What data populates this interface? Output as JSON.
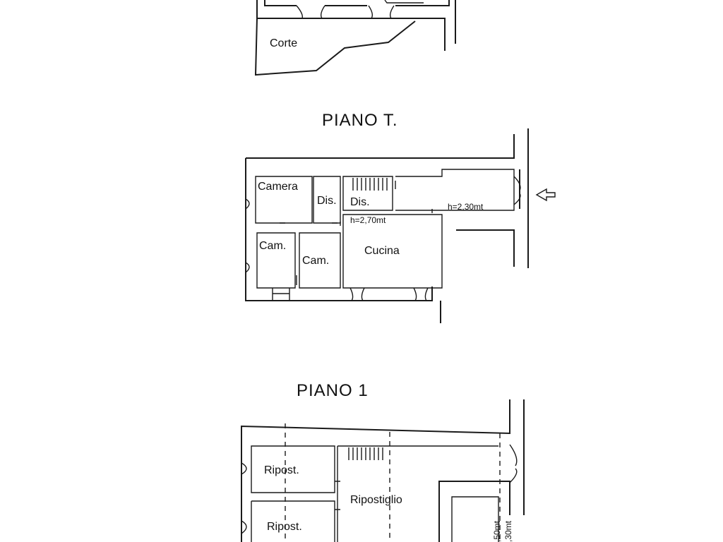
{
  "titles": {
    "ground_floor": "PIANO T.",
    "first_floor": "PIANO 1"
  },
  "top_floor": {
    "court": "Corte"
  },
  "ground_floor": {
    "rooms": {
      "camera": "Camera",
      "dis_1": "Dis.",
      "dis_2": "Dis.",
      "cam_1": "Cam.",
      "cam_2": "Cam.",
      "cucina": "Cucina"
    },
    "heights": {
      "corridor": "h=2,30mt",
      "kitchen": "h=2,70mt"
    }
  },
  "first_floor": {
    "rooms": {
      "ripost_1": "Ripost.",
      "ripost_2": "Ripost.",
      "ripostiglio": "Ripostiglio"
    },
    "heights": {
      "side_1": ",50mt",
      "side_2": ",30mt"
    }
  },
  "icons": {
    "entrance": "entrance-arrow-icon"
  }
}
